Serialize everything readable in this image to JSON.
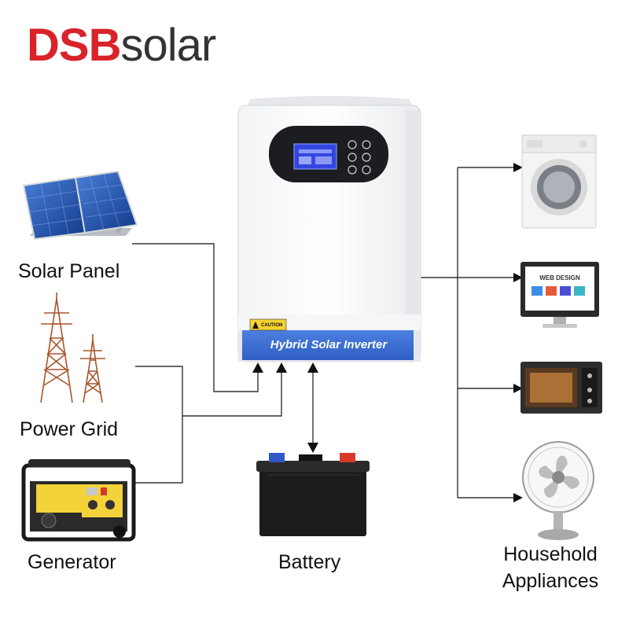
{
  "brand": {
    "part1": "DSB",
    "part2": "solar",
    "accent_color": "#d8232a"
  },
  "inverter": {
    "title": "Hybrid Solar Inverter",
    "caution": "CAUTION",
    "panel_color": "#3d6fd1"
  },
  "monitor": {
    "screen_text": "WEB DESIGN"
  },
  "labels": {
    "solar_panel": "Solar Panel",
    "power_grid": "Power Grid",
    "generator": "Generator",
    "battery": "Battery",
    "household_line1": "Household",
    "household_line2": "Appliances"
  },
  "icons": [
    "solar-panel-icon",
    "power-tower-icon",
    "generator-icon",
    "battery-icon",
    "washing-machine-icon",
    "monitor-icon",
    "microwave-icon",
    "fan-icon"
  ]
}
